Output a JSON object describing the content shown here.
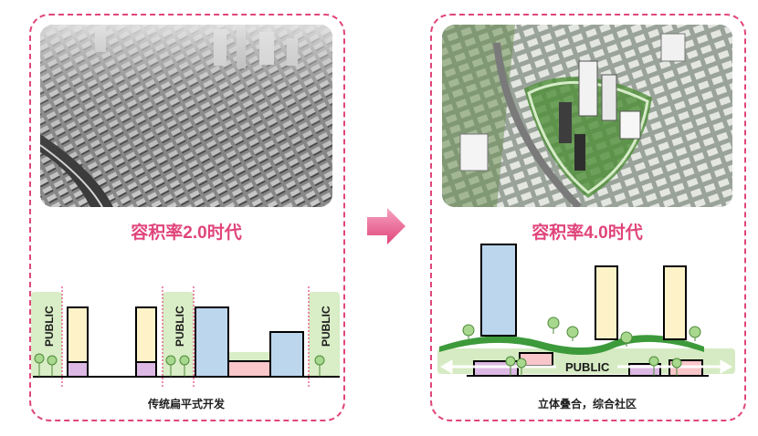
{
  "left": {
    "title": "容积率2.0时代",
    "caption": "传统扁平式开发",
    "public_label": "PUBLIC"
  },
  "right": {
    "title": "容积率4.0时代",
    "caption": "立体叠合，综合社区",
    "public_label": "PUBLIC"
  },
  "colors": {
    "accent": "#e0457b",
    "blue_block": "#bcd6ee",
    "yellow_block": "#fdf2c8",
    "pink_block": "#f9c6c9",
    "purple_block": "#dcb8e4",
    "green_public": "#cfe8b8"
  }
}
